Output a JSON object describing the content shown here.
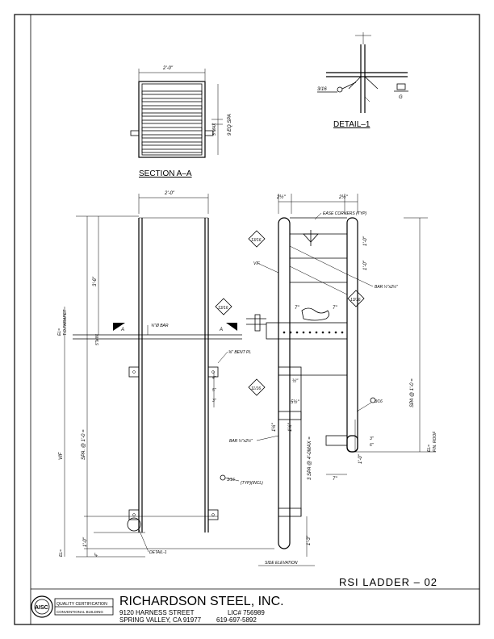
{
  "title_block": {
    "company": "RICHARDSON STEEL, INC.",
    "street": "9120 HARNESS STREET",
    "city": "SPRING VALLEY, CA 91977",
    "license": "LIC# 756989",
    "phone": "619-697-5892",
    "cert_line1": "QUALITY CERTIFICATION",
    "cert_line2": "CONVENTIONAL BUILDING",
    "logo_text": "AISC",
    "drawing_title": "RSI LADDER – 02"
  },
  "detail1": {
    "title": "DETAIL–1",
    "weld": "3/16",
    "label_g": "G"
  },
  "section_aa": {
    "title": "SECTION A–A",
    "width": "2'-0\"",
    "rung_max": "3\"MAX",
    "eq_spa": "9 EQ SPA"
  },
  "front": {
    "width": "2'-0\"",
    "top_ext": "3'-6\"",
    "spa": "SPA. @ 1'-0 =",
    "vif": "VIF",
    "five_min": "5\"MIN",
    "parapet_label": "EL=",
    "parapet_sub": "T.O.PARAPET",
    "bottom_dim": "1'-0\"",
    "bottom_small": "4\"",
    "bottom_el": "EL=",
    "bar": "¾\"Ø BAR",
    "bent_pl": "⅜\" BENT PL",
    "bar_size": "BAR ½\"x2½\"",
    "typ": "(TYP)(INCL)",
    "weld": "3/16",
    "detail_ref": "DETAIL-1",
    "side_labels": [
      "4\"",
      "5\"",
      "3\"",
      "4\""
    ],
    "section_marker": "A"
  },
  "side": {
    "top_dim_left": "2½\"",
    "top_dim_right": "2½\"",
    "ease": "EASE CORNERS (TYP)",
    "vif": "VIF",
    "one_ft_1": "1'-0\"",
    "one_ft_2": "1'-0\"",
    "bar_small": "BAR ½\"x2½\"",
    "spa_right": "SPA @ 1'-0 =",
    "weld_tag": "13/16",
    "weld_tag2": "11/16",
    "seven_1": "7\"",
    "seven_2": "7\"",
    "seven_3": "7\"",
    "half": "½\"",
    "five_half": "5½\"",
    "one_qtr_a": "1¼\"",
    "one_qtr_b": "1¼\"",
    "spa_mid": "3 SPA @ 4'-0MAX =",
    "three": "3\"",
    "six": "6\"",
    "one_ft_3": "1'-0\"",
    "one_three": "1'-3\"",
    "fin_roof": "FIN. ROOF",
    "el": "EL=",
    "weld3": "3/16",
    "side_elev": "SIDE ELEVATION"
  }
}
